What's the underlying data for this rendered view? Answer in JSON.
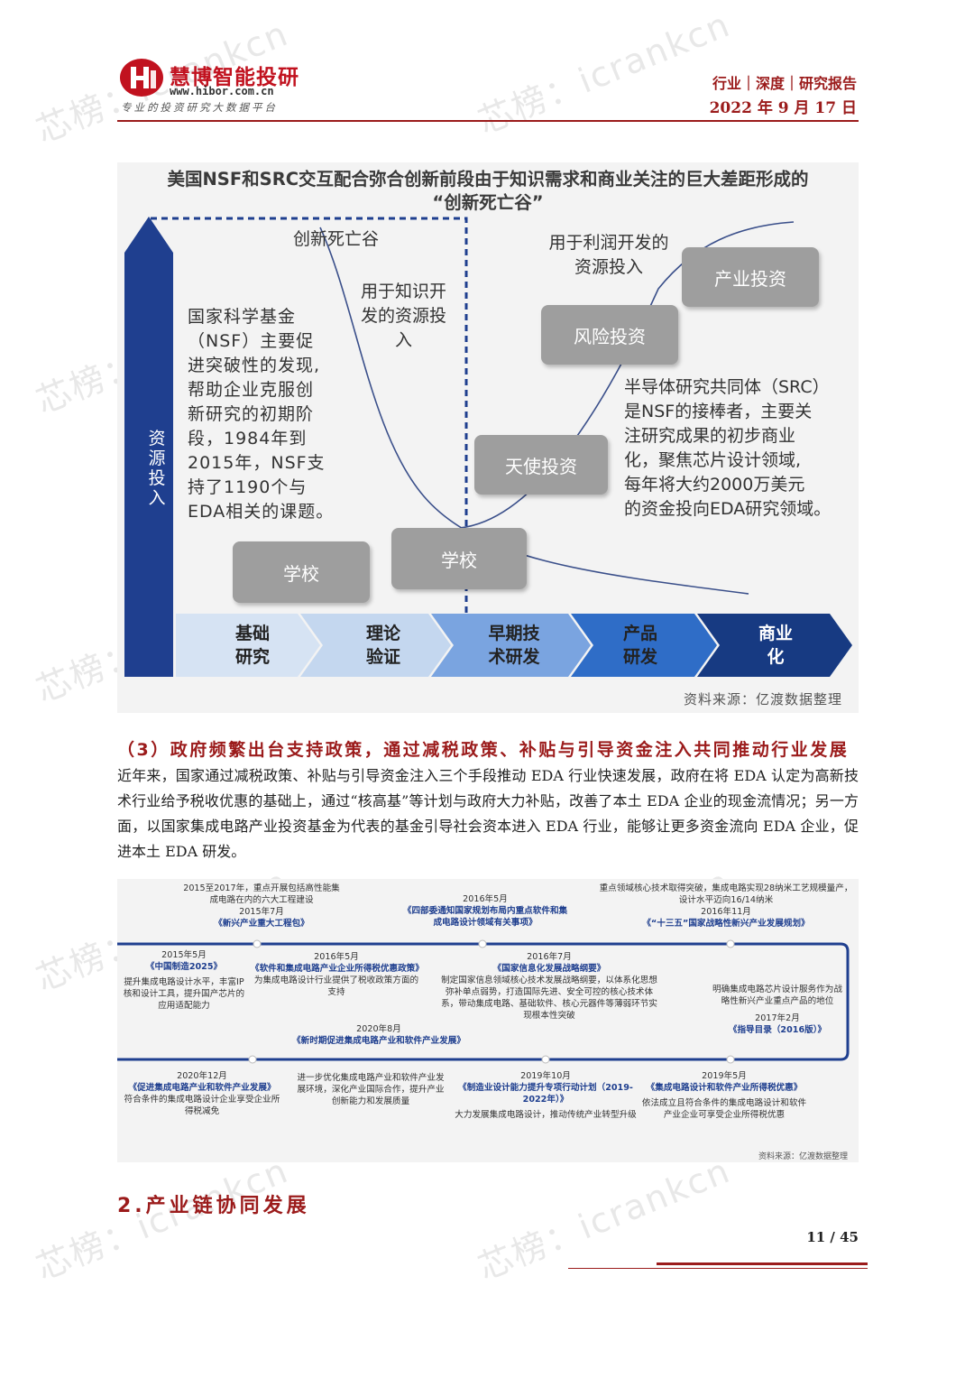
{
  "header": {
    "logo_name": "慧博智能投研",
    "logo_url": "www.hibor.com.cn",
    "logo_slogan": "专业的投资研究大数据平台",
    "category": "行业｜深度｜研究报告",
    "date": "2022 年 9 月 17 日"
  },
  "watermark": "芯榜：icrankcn",
  "figure1": {
    "title_line1": "美国NSF和SRC交互配合弥合创新前段由于知识需求和商业关注的巨大差距形成的",
    "title_line2": "“创新死亡谷”",
    "y_label": "资源投入",
    "valley_label": "创新死亡谷",
    "knowledge_label_lines": [
      "用于知识开",
      "发的资源投",
      "入"
    ],
    "profit_label_lines": [
      "用于利润开发的",
      "资源投入"
    ],
    "nsf_text_lines": [
      "国家科学基金",
      "（NSF）主要促",
      "进突破性的发现,",
      "帮助企业克服创",
      "新研究的初期阶",
      "段，1984年到",
      "2015年，NSF支",
      "持了1190个与",
      "EDA相关的课题。"
    ],
    "src_text_lines": [
      "半导体研究共同体（SRC）",
      "是NSF的接棒者，主要关",
      "注研究成果的初步商业",
      "化，聚焦芯片设计领域,",
      "每年将大约2000万美元",
      "的资金投向EDA研究领域。"
    ],
    "boxes": {
      "school1": "学校",
      "school2": "学校",
      "angel": "天使投资",
      "venture": "风险投资",
      "industry": "产业投资"
    },
    "stages": [
      {
        "l1": "基础",
        "l2": "研究"
      },
      {
        "l1": "理论",
        "l2": "验证"
      },
      {
        "l1": "早期技",
        "l2": "术研发"
      },
      {
        "l1": "产品",
        "l2": "研发"
      },
      {
        "l1": "商业",
        "l2": "化"
      }
    ],
    "source": "资料来源：亿渡数据整理"
  },
  "section3": {
    "heading": "（3）政府频繁出台支持政策，通过减税政策、补贴与引导资金注入共同推动行业发展",
    "paragraph": "近年来，国家通过减税政策、补贴与引导资金注入三个手段推动 EDA 行业快速发展，政府在将 EDA 认定为高新技术行业给予税收优惠的基础上，通过“核高基”等计划与政府大力补贴，改善了本土 EDA 企业的现金流情况；另一方面，以国家集成电路产业投资基金为代表的基金引导社会资本进入 EDA 行业，能够让更多资金流向 EDA 企业，促进本土 EDA 研发。"
  },
  "figure2": {
    "events": [
      {
        "id": "e1",
        "desc": "2015至2017年，重点开展包括高性能集成电路在内的六大工程建设",
        "date": "2015年7月",
        "policy": "《新兴产业重大工程包》"
      },
      {
        "id": "e2",
        "desc": "",
        "date": "2016年5月",
        "policy": "《四部委通知国家规划布局内重点软件和集成电路设计领域有关事项》"
      },
      {
        "id": "e3",
        "desc": "重点领域核心技术取得突破，集成电路实现28纳米工艺规模量产，设计水平迈向16/14纳米",
        "date": "2016年11月",
        "policy": "《“十三五”国家战略性新兴产业发展规划》"
      },
      {
        "id": "e4",
        "date": "2015年5月",
        "policy": "《中国制造2025》",
        "desc": "提升集成电路设计水平，丰富IP核和设计工具，提升国产芯片的应用适配能力"
      },
      {
        "id": "e5",
        "date": "2016年5月",
        "policy": "《软件和集成电路产业企业所得税优惠政策》",
        "desc": "为集成电路设计行业提供了税收政策方面的支持"
      },
      {
        "id": "e6",
        "date": "2016年7月",
        "policy": "《国家信息化发展战略纲要》",
        "desc": "制定国家信息领域核心技术发展战略纲要，以体系化思想弥补单点弱势，打造国际先进、安全可控的核心技术体系，带动集成电路、基础软件、核心元器件等薄弱环节实现根本性突破"
      },
      {
        "id": "e7",
        "desc": "明确集成电路芯片设计服务作为战略性新兴产业重点产品的地位",
        "date": "2017年2月",
        "policy": "《指导目录（2016版）》"
      },
      {
        "id": "e8",
        "date": "2020年8月",
        "policy": "《新时期促进集成电路产业和软件产业发展》",
        "desc": "进一步优化集成电路产业和软件产业发展环境，深化产业国际合作，提升产业创新能力和发展质量"
      },
      {
        "id": "e9",
        "date": "2020年12月",
        "policy": "《促进集成电路产业和软件产业发展》",
        "desc": "符合条件的集成电路设计企业享受企业所得税减免"
      },
      {
        "id": "e10",
        "date": "2019年10月",
        "policy": "《制造业设计能力提升专项行动计划（2019-2022年）》",
        "desc": "大力发展集成电路设计，推动传统产业转型升级"
      },
      {
        "id": "e11",
        "date": "2019年5月",
        "policy": "《集成电路设计和软件产业所得税优惠》",
        "desc": "依法成立且符合条件的集成电路设计和软件产业企业可享受企业所得税优惠"
      }
    ],
    "source": "资料来源：亿渡数据整理"
  },
  "section2": {
    "heading": "2.产业链协同发展"
  },
  "footer": {
    "page": "11 / 45"
  },
  "colors": {
    "brand_red": "#c1121f",
    "heading_red": "#9b1b1b",
    "navy": "#1f3f8f"
  }
}
